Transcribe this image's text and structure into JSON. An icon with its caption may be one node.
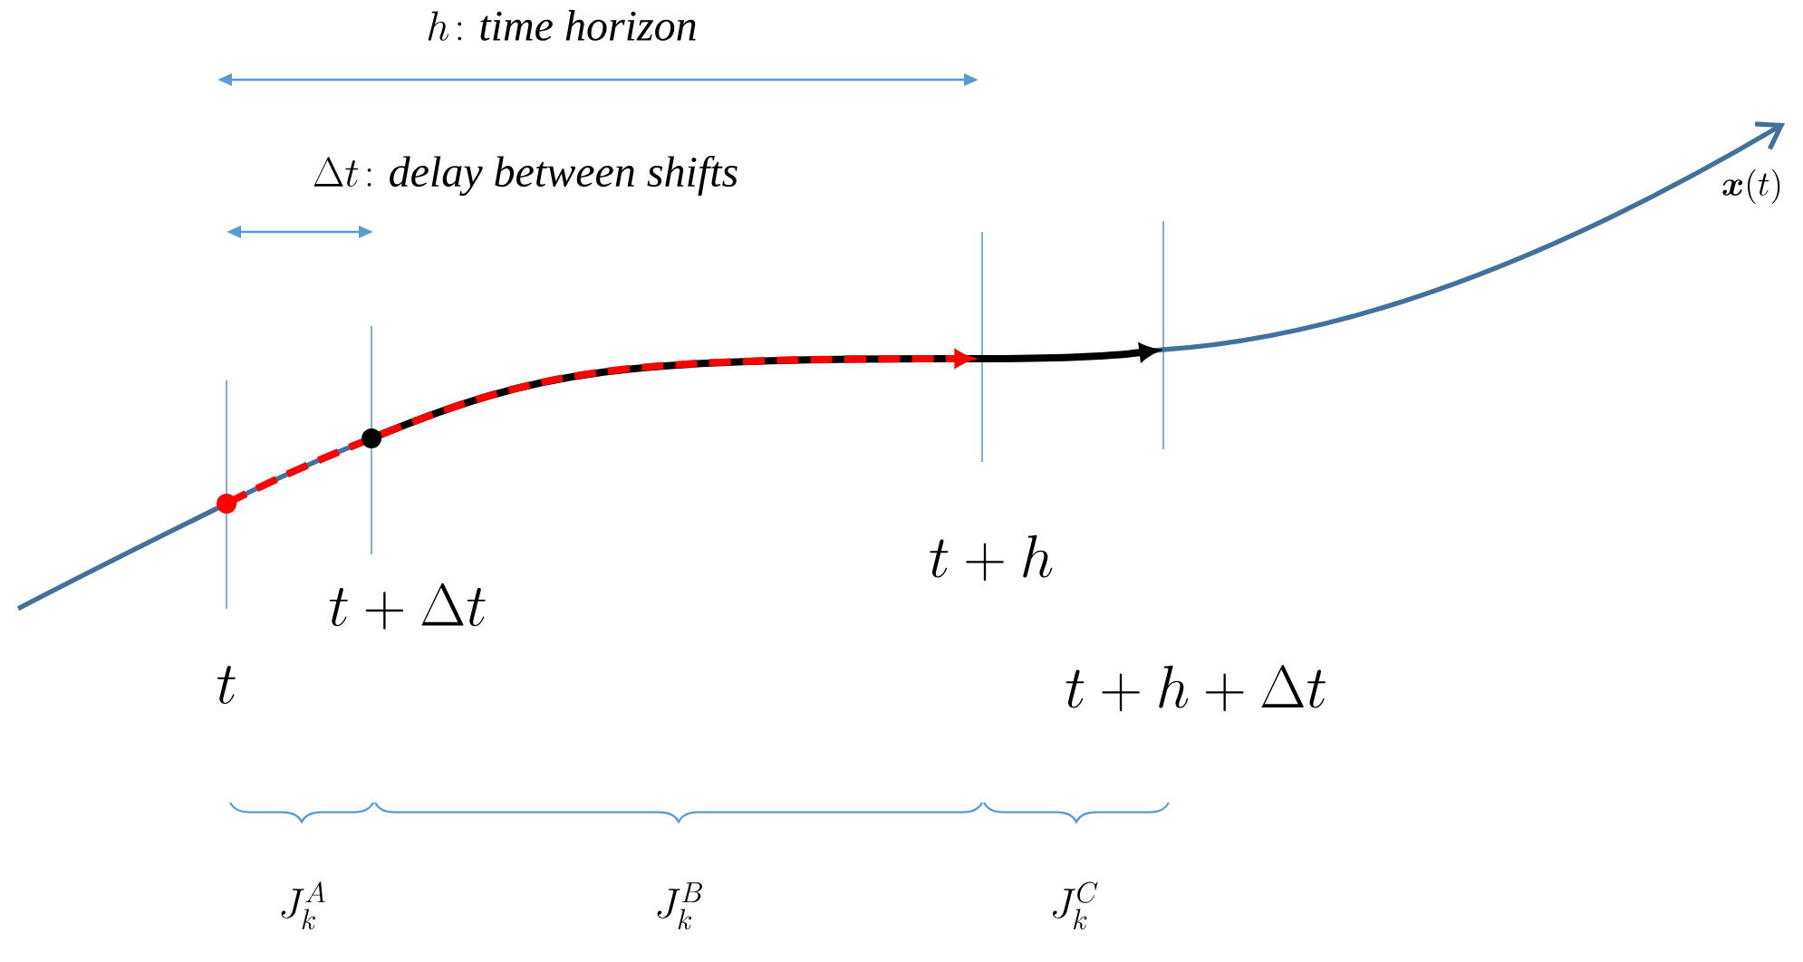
{
  "diagram": {
    "labels": [
      "h\\colon \\mathit{time\\ horizon}",
      "\\Delta t\\colon \\mathit{delay\\ between\\ shifts}",
      "\\boldsymbol{x}(t)",
      "t + \\Delta t",
      "t + h",
      "t",
      "t + h + \\Delta t",
      "J_k^A",
      "J_k^B",
      "J_k^C"
    ]
  }
}
